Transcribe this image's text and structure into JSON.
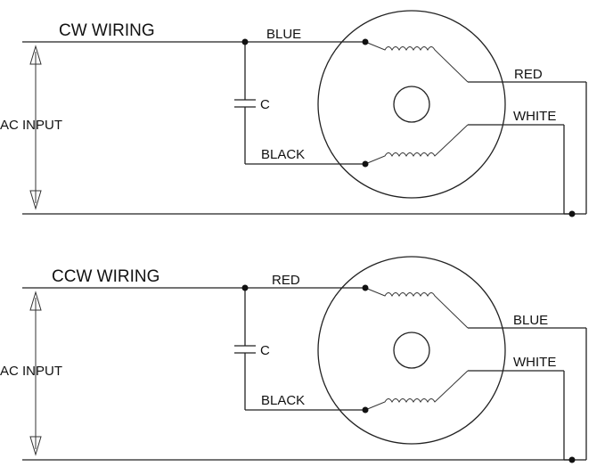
{
  "diagrams": [
    {
      "title": "CW WIRING",
      "ac_input_label": "AC INPUT",
      "top_wire_label": "BLUE",
      "capacitor_label": "C",
      "bottom_wire_label": "BLACK",
      "right_upper_label": "RED",
      "right_lower_label": "WHITE"
    },
    {
      "title": "CCW WIRING",
      "ac_input_label": "AC INPUT",
      "top_wire_label": "RED",
      "capacitor_label": "C",
      "bottom_wire_label": "BLACK",
      "right_upper_label": "BLUE",
      "right_lower_label": "WHITE"
    }
  ]
}
